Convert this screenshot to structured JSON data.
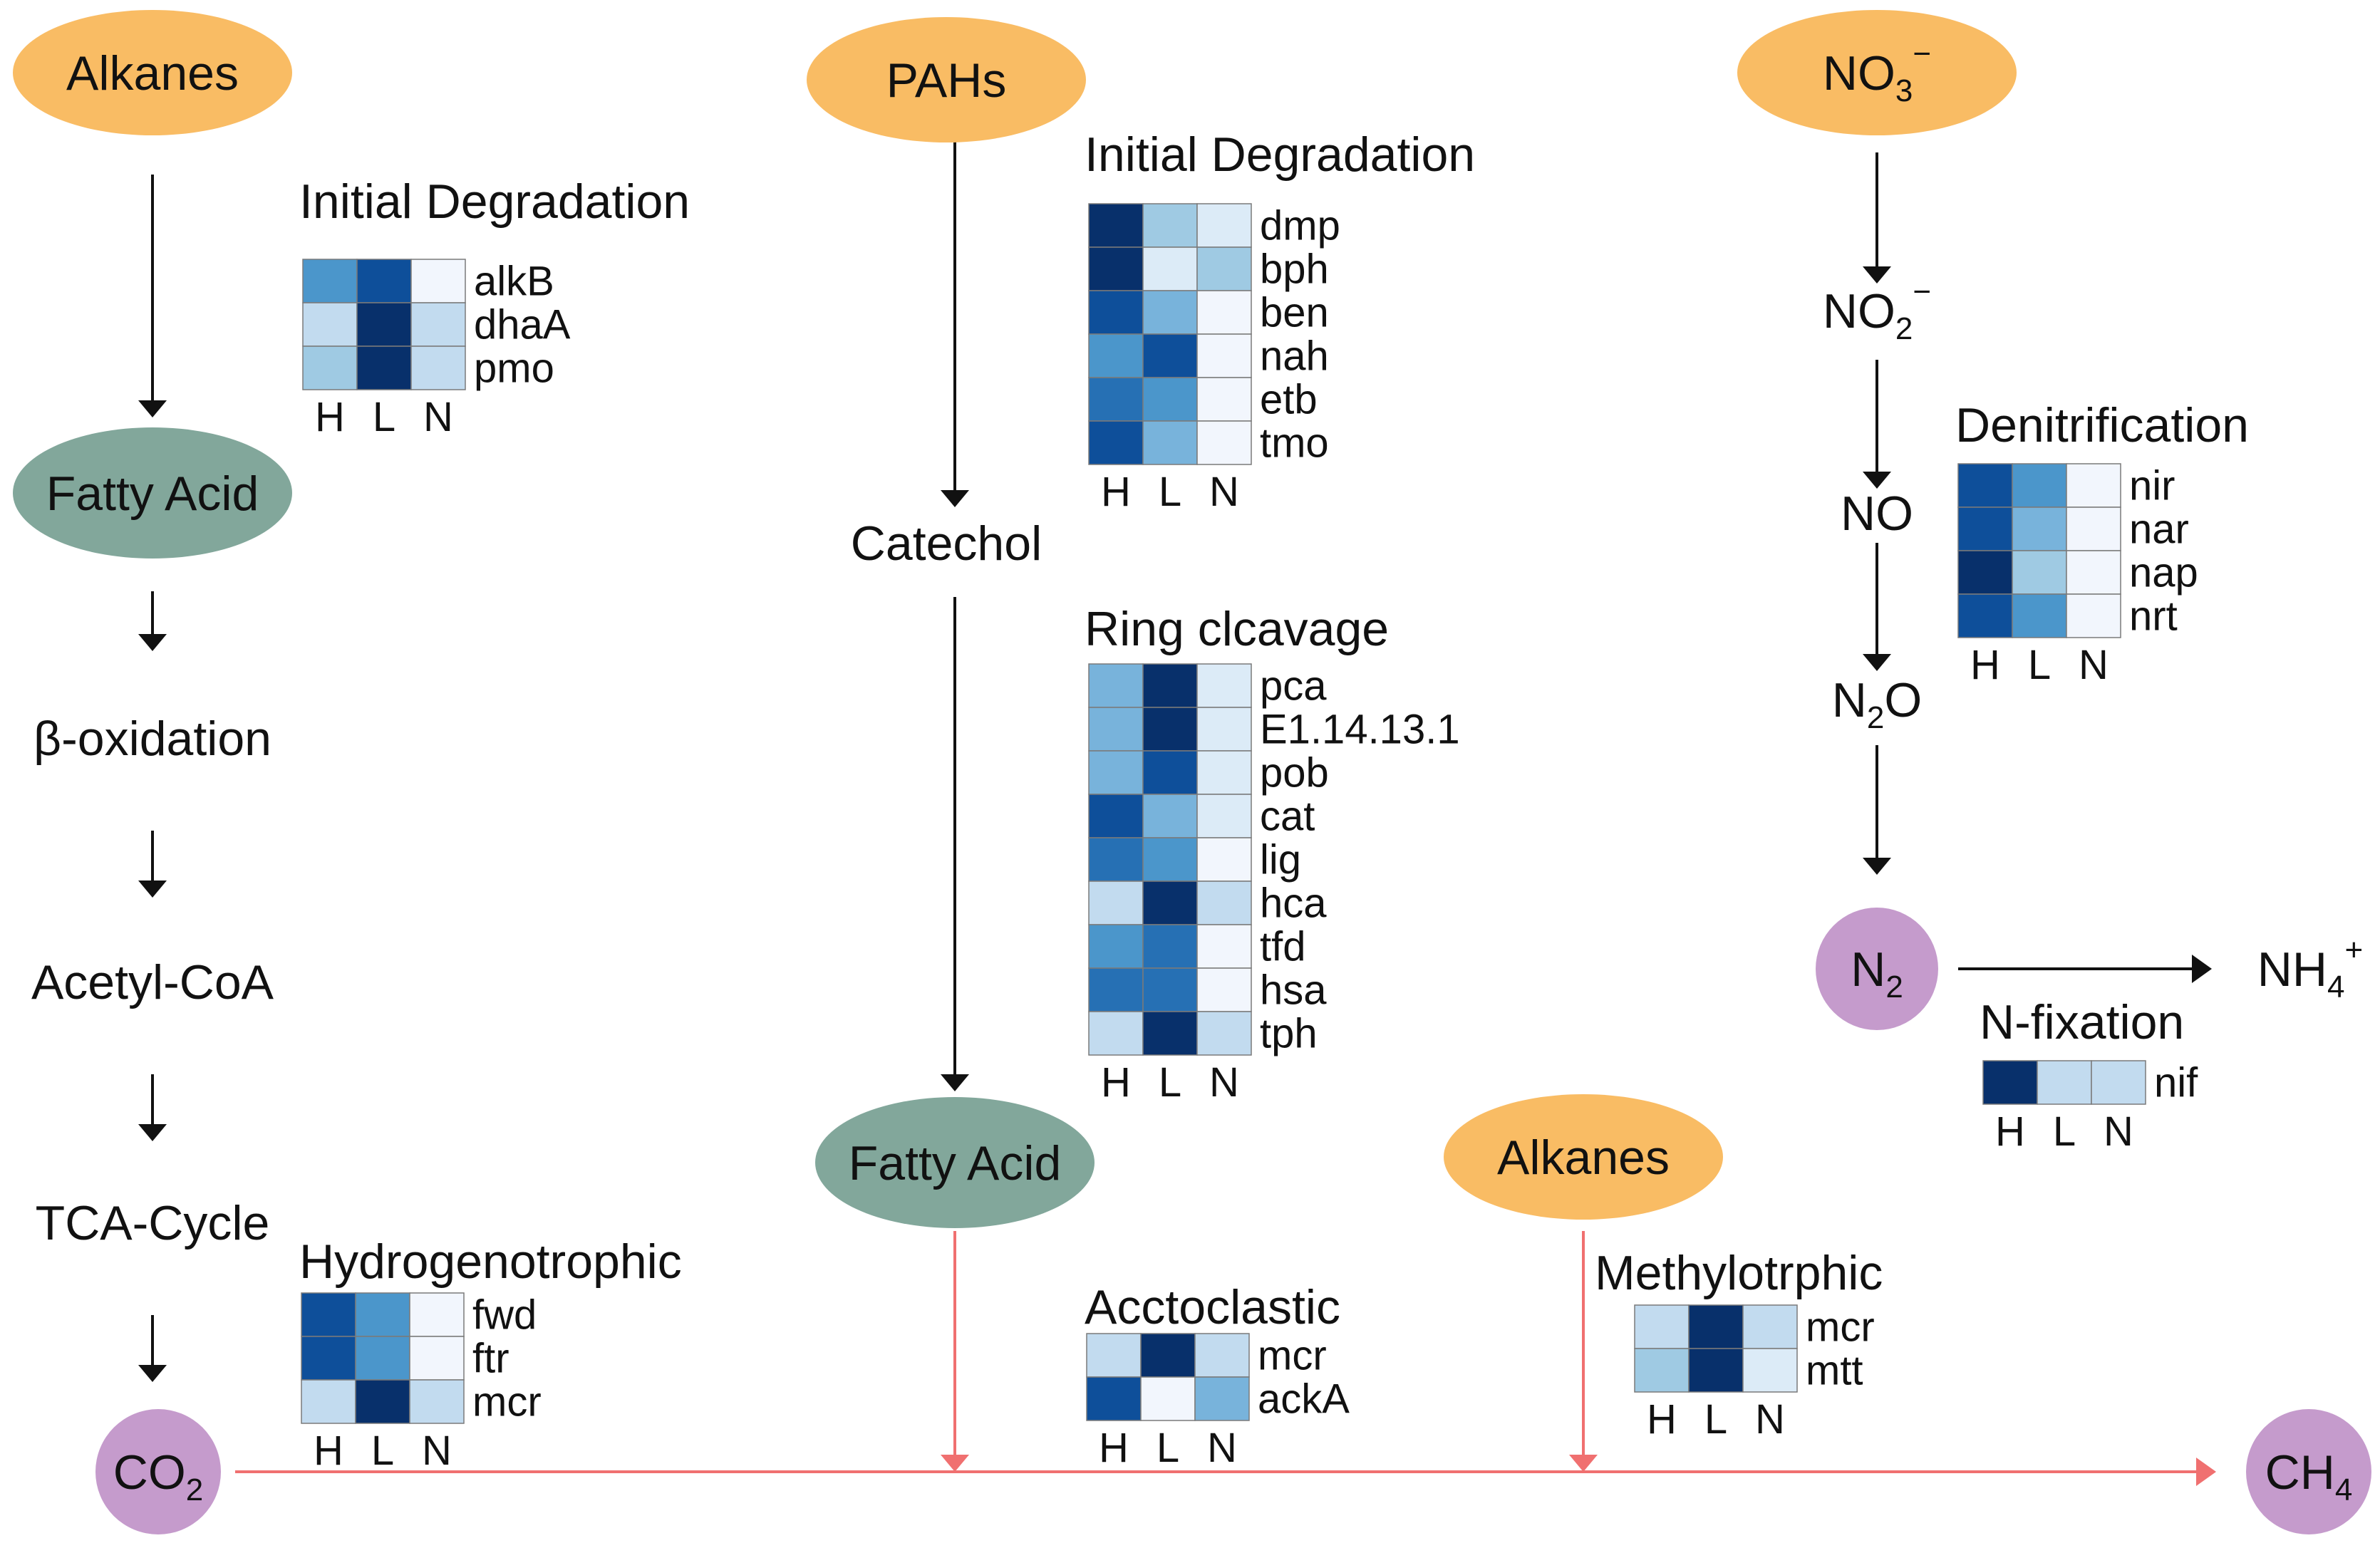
{
  "colors": {
    "orange_node": "#f9bc64",
    "green_node": "#82a79b",
    "purple_node": "#c59bcc",
    "black_arrow": "#111111",
    "red_arrow": "#f07070",
    "heat_scale": [
      "#f2f6fd",
      "#dcebf7",
      "#c2dbef",
      "#9fcae3",
      "#78b3db",
      "#4b96cb",
      "#2670b4",
      "#0e4f9a",
      "#08306b"
    ]
  },
  "nodes": {
    "alkanes_top": "Alkanes",
    "pahs": "PAHs",
    "no3": {
      "base": "NO",
      "sub": "3",
      "sup": "−"
    },
    "fatty_acid_left": "Fatty Acid",
    "catechol": "Catechol",
    "no2": {
      "base": "NO",
      "sub": "2",
      "sup": "−"
    },
    "no": "NO",
    "beta_oxidation": "β-oxidation",
    "n2o": {
      "base": "N",
      "sub": "2",
      "tail": "O"
    },
    "acetyl_coa": "Acetyl-CoA",
    "n2": {
      "base": "N",
      "sub": "2"
    },
    "nh4": {
      "base": "NH",
      "sub": "4",
      "sup": "+"
    },
    "fatty_acid_center": "Fatty Acid",
    "alkanes_bottom": "Alkanes",
    "tca_cycle": "TCA-Cycle",
    "co2": {
      "base": "CO",
      "sub": "2"
    },
    "ch4": {
      "base": "CH",
      "sub": "4"
    }
  },
  "heatmap_columns": [
    "H",
    "L",
    "N"
  ],
  "heatmaps": {
    "alkane_initial": {
      "title": "Initial Degradation",
      "rows": [
        {
          "gene": "alkB",
          "values": [
            5,
            7,
            0
          ]
        },
        {
          "gene": "dhaA",
          "values": [
            2,
            8,
            2
          ]
        },
        {
          "gene": "pmo",
          "values": [
            3,
            8,
            2
          ]
        }
      ]
    },
    "pah_initial": {
      "title": "Initial Degradation",
      "rows": [
        {
          "gene": "dmp",
          "values": [
            8,
            3,
            1
          ]
        },
        {
          "gene": "bph",
          "values": [
            8,
            1,
            3
          ]
        },
        {
          "gene": "ben",
          "values": [
            7,
            4,
            0
          ]
        },
        {
          "gene": "nah",
          "values": [
            5,
            7,
            0
          ]
        },
        {
          "gene": "etb",
          "values": [
            6,
            5,
            0
          ]
        },
        {
          "gene": "tmo",
          "values": [
            7,
            4,
            0
          ]
        }
      ]
    },
    "ring_cleavage": {
      "title": "Ring clcavage",
      "rows": [
        {
          "gene": "pca",
          "values": [
            4,
            8,
            1
          ]
        },
        {
          "gene": "E1.14.13.1",
          "values": [
            4,
            8,
            1
          ]
        },
        {
          "gene": "pob",
          "values": [
            4,
            7,
            1
          ]
        },
        {
          "gene": "cat",
          "values": [
            7,
            4,
            1
          ]
        },
        {
          "gene": "lig",
          "values": [
            6,
            5,
            0
          ]
        },
        {
          "gene": "hca",
          "values": [
            2,
            8,
            2
          ]
        },
        {
          "gene": "tfd",
          "values": [
            5,
            6,
            0
          ]
        },
        {
          "gene": "hsa",
          "values": [
            6,
            6,
            0
          ]
        },
        {
          "gene": "tph",
          "values": [
            2,
            8,
            2
          ]
        }
      ]
    },
    "denitrification": {
      "title": "Denitrification",
      "rows": [
        {
          "gene": "nir",
          "values": [
            7,
            5,
            0
          ]
        },
        {
          "gene": "nar",
          "values": [
            7,
            4,
            0
          ]
        },
        {
          "gene": "nap",
          "values": [
            8,
            3,
            0
          ]
        },
        {
          "gene": "nrt",
          "values": [
            7,
            5,
            0
          ]
        }
      ]
    },
    "n_fixation": {
      "title": "N-fixation",
      "rows": [
        {
          "gene": "nif",
          "values": [
            8,
            2,
            2
          ]
        }
      ]
    },
    "hydrogenotrophic": {
      "title": "Hydrogenotrophic",
      "rows": [
        {
          "gene": "fwd",
          "values": [
            7,
            5,
            0
          ]
        },
        {
          "gene": "ftr",
          "values": [
            7,
            5,
            0
          ]
        },
        {
          "gene": "mcr",
          "values": [
            2,
            8,
            2
          ]
        }
      ]
    },
    "acetoclastic": {
      "title": "Acctoclastic",
      "rows": [
        {
          "gene": "mcr",
          "values": [
            2,
            8,
            2
          ]
        },
        {
          "gene": "ackA",
          "values": [
            7,
            0,
            4
          ]
        }
      ]
    },
    "methylotrophic": {
      "title": "Methylotrphic",
      "rows": [
        {
          "gene": "mcr",
          "values": [
            2,
            8,
            2
          ]
        },
        {
          "gene": "mtt",
          "values": [
            3,
            8,
            1
          ]
        }
      ]
    }
  }
}
